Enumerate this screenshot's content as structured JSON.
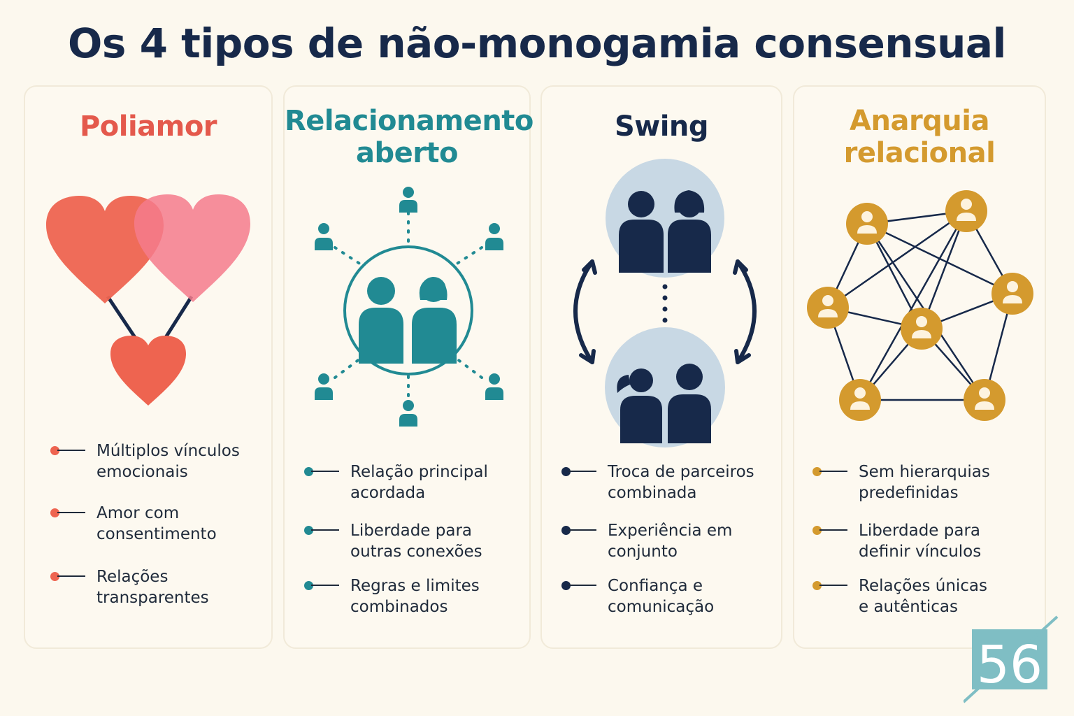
{
  "title": "Os 4 tipos de não-monogamia consensual",
  "cards": [
    {
      "title": "Poliamor",
      "color": "#e4594c",
      "bullets": [
        "Múltiplos vínculos\nemocionais",
        "Amor com\nconsentimento",
        "Relações\ntransparentes"
      ]
    },
    {
      "title": "Relacionamento\naberto",
      "color": "#218a93",
      "bullets": [
        "Relação principal\nacordada",
        "Liberdade para\noutras conexões",
        "Regras e limites\ncombinados"
      ]
    },
    {
      "title": "Swing",
      "color": "#17294a",
      "bullets": [
        "Troca de parceiros\ncombinada",
        "Experiência em\nconjunto",
        "Confiança e\ncomunicação"
      ]
    },
    {
      "title": "Anarquia\nrelacional",
      "color": "#d49a2e",
      "bullets": [
        "Sem hierarquias\npredefinidas",
        "Liberdade para\ndefinir vínculos",
        "Relações únicas\ne autênticas"
      ]
    }
  ],
  "badge": {
    "digits": "56",
    "color": "#7fbec4"
  }
}
